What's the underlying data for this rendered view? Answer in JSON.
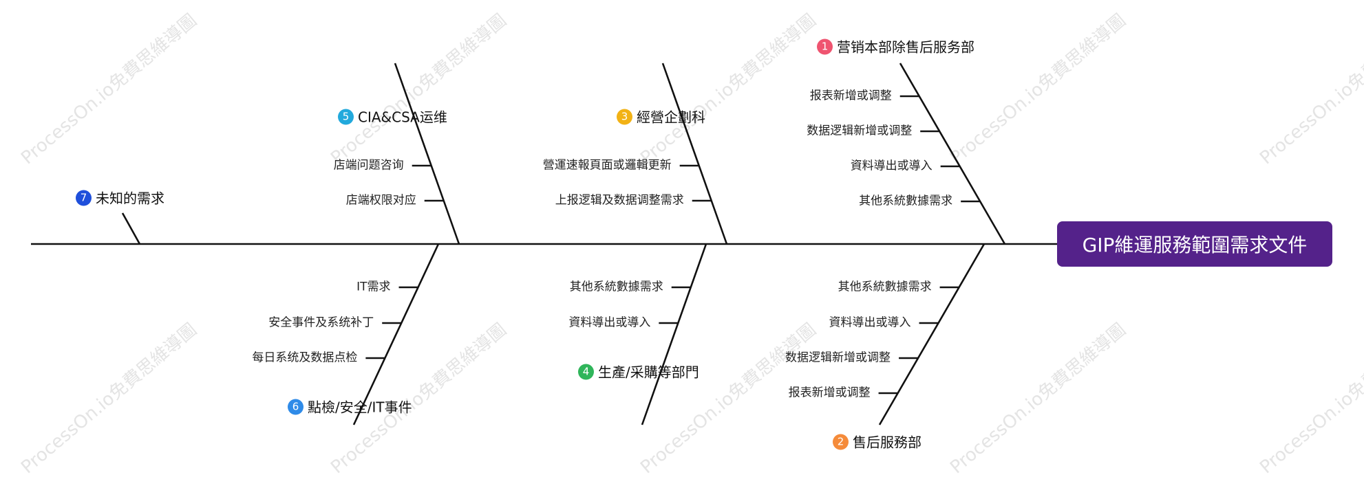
{
  "head": {
    "label": "GIP維運服務範圍需求文件",
    "color": "#54228a"
  },
  "watermark": "ProcessOn.io免費思維導圖",
  "categories": [
    {
      "num": "1",
      "label": "营销本部除售后服务部",
      "color": "#ef5470",
      "items": [
        "报表新增或调整",
        "数据逻辑新增或调整",
        "資料導出或導入",
        "其他系統數據需求"
      ]
    },
    {
      "num": "2",
      "label": "售后服務部",
      "color": "#f58b3a",
      "items": [
        "其他系統數據需求",
        "資料導出或導入",
        "数据逻辑新增或调整",
        "报表新增或调整"
      ]
    },
    {
      "num": "3",
      "label": "經營企劃科",
      "color": "#f2b215",
      "items": [
        "營運速報頁面或邏輯更新",
        "上报逻辑及数据调整需求"
      ]
    },
    {
      "num": "4",
      "label": "生產/采購等部門",
      "color": "#2fb55a",
      "items": [
        "其他系統數據需求",
        "資料導出或導入"
      ]
    },
    {
      "num": "5",
      "label": "CIA&CSA运维",
      "color": "#22a9dc",
      "items": [
        "店端问题咨询",
        "店端权限对应"
      ]
    },
    {
      "num": "6",
      "label": "點檢/安全/IT事件",
      "color": "#2f8be8",
      "items": [
        "IT需求",
        "安全事件及系统补丁",
        "每日系统及数据点检"
      ]
    },
    {
      "num": "7",
      "label": "未知的需求",
      "color": "#1f4fdb",
      "items": []
    }
  ]
}
